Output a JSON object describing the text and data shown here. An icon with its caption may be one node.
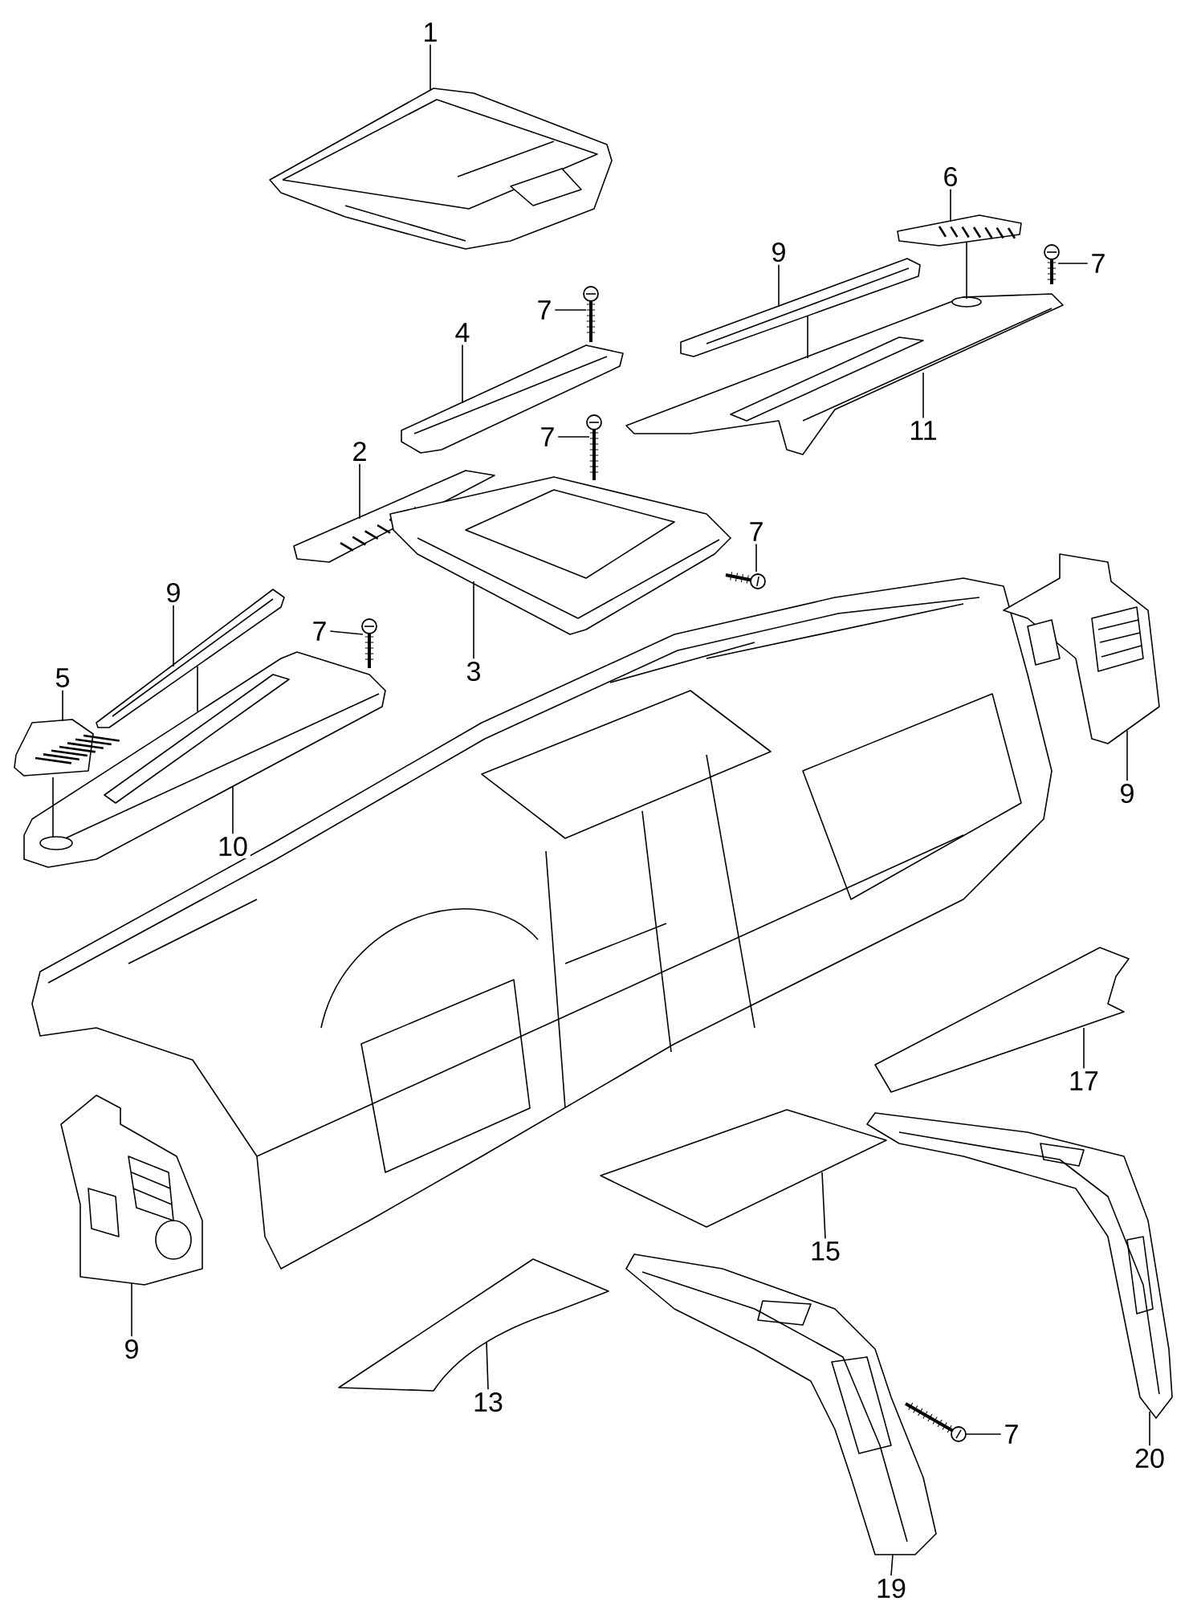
{
  "diagram": {
    "nodes": [
      {
        "text": [
          "1"
        ]
      },
      {
        "text": [],
        "shape": "picture"
      },
      {
        "text": [
          "9"
        ]
      },
      {
        "text": [],
        "shape": "picture"
      },
      {
        "text": [
          "6"
        ]
      },
      {
        "text": [],
        "shape": "picture"
      },
      {
        "text": [
          "7"
        ]
      },
      {
        "text": [],
        "shape": "picture"
      },
      {
        "text": [
          "7"
        ]
      },
      {
        "text": [],
        "shape": "picture"
      },
      {
        "text": [
          "4"
        ]
      },
      {
        "text": [],
        "shape": "picture"
      },
      {
        "text": [
          "11"
        ]
      },
      {
        "text": [],
        "shape": "picture"
      },
      {
        "text": [
          "7"
        ]
      },
      {
        "text": [],
        "shape": "picture"
      },
      {
        "text": [
          "2"
        ]
      },
      {
        "text": [],
        "shape": "picture"
      },
      {
        "text": [
          "7"
        ]
      },
      {
        "text": [],
        "shape": "picture"
      },
      {
        "text": [
          "9"
        ]
      },
      {
        "text": [],
        "shape": "picture"
      },
      {
        "text": [
          "7"
        ]
      },
      {
        "text": [],
        "shape": "picture"
      },
      {
        "text": [
          "3"
        ]
      },
      {
        "text": [],
        "shape": "picture"
      },
      {
        "text": [
          "5"
        ]
      },
      {
        "text": [],
        "shape": "picture"
      },
      {
        "text": [
          "10"
        ]
      },
      {
        "text": [],
        "shape": "picture"
      },
      {
        "text": [
          "9"
        ]
      },
      {
        "text": [],
        "shape": "picture"
      },
      {
        "text": [
          "17"
        ]
      },
      {
        "text": [],
        "shape": "picture"
      },
      {
        "text": [
          "15"
        ]
      },
      {
        "text": [],
        "shape": "picture"
      },
      {
        "text": [
          "9"
        ]
      },
      {
        "text": [],
        "shape": "picture"
      },
      {
        "text": [
          "13"
        ]
      },
      {
        "text": [],
        "shape": "picture"
      },
      {
        "text": [
          "7"
        ]
      },
      {
        "text": [],
        "shape": "picture"
      },
      {
        "text": [
          "20"
        ]
      },
      {
        "text": [],
        "shape": "picture"
      },
      {
        "text": [
          "19"
        ]
      },
      {
        "text": [],
        "shape": "picture"
      }
    ],
    "edges": [
      {
        "from": 0,
        "to": 1,
        "arrow": "none"
      },
      {
        "from": 2,
        "to": 3,
        "arrow": "none"
      },
      {
        "from": 4,
        "to": 5,
        "arrow": "none"
      },
      {
        "from": 6,
        "to": 7,
        "arrow": "none"
      },
      {
        "from": 8,
        "to": 9,
        "arrow": "none"
      },
      {
        "from": 10,
        "to": 11,
        "arrow": "none"
      },
      {
        "from": 12,
        "to": 13,
        "arrow": "none"
      },
      {
        "from": 14,
        "to": 15,
        "arrow": "none"
      },
      {
        "from": 16,
        "to": 17,
        "arrow": "none"
      },
      {
        "from": 18,
        "to": 19,
        "arrow": "none"
      },
      {
        "from": 20,
        "to": 21,
        "arrow": "none"
      },
      {
        "from": 22,
        "to": 23,
        "arrow": "none"
      },
      {
        "from": 24,
        "to": 25,
        "arrow": "none"
      },
      {
        "from": 26,
        "to": 27,
        "arrow": "none"
      },
      {
        "from": 28,
        "to": 29,
        "arrow": "none"
      },
      {
        "from": 30,
        "to": 31,
        "arrow": "none"
      },
      {
        "from": 32,
        "to": 33,
        "arrow": "none"
      },
      {
        "from": 34,
        "to": 35,
        "arrow": "none"
      },
      {
        "from": 36,
        "to": 37,
        "arrow": "none"
      },
      {
        "from": 38,
        "to": 39,
        "arrow": "none"
      },
      {
        "from": 40,
        "to": 41,
        "arrow": "none"
      },
      {
        "from": 42,
        "to": 43,
        "arrow": "none"
      },
      {
        "from": 44,
        "to": 45,
        "arrow": "none"
      },
      {
        "from": 5,
        "to": 13,
        "arrow": "none"
      },
      {
        "from": 3,
        "to": 13,
        "arrow": "none"
      },
      {
        "from": 21,
        "to": 29,
        "arrow": "none"
      },
      {
        "from": 27,
        "to": 29,
        "arrow": "none"
      }
    ]
  }
}
